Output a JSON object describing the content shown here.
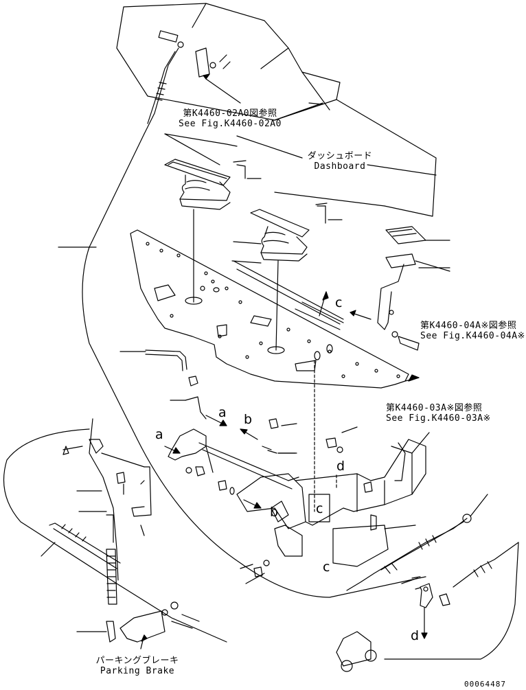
{
  "callouts": {
    "fig_02a0": {
      "jp": "第K4460-02A0図参照",
      "en": "See Fig.K4460-02A0"
    },
    "dashboard": {
      "jp": "ダッシュボード",
      "en": "Dashboard"
    },
    "fig_04a": {
      "jp": "第K4460-04A※図参照",
      "en": "See Fig.K4460-04A※"
    },
    "fig_03a": {
      "jp": "第K4460-03A※図参照",
      "en": "See Fig.K4460-03A※"
    },
    "parking_brake": {
      "jp": "パーキングブレーキ",
      "en": "Parking Brake"
    }
  },
  "reference_letters": {
    "a1": "a",
    "a2": "a",
    "b1": "b",
    "b2": "b",
    "c1": "c",
    "c2": "c",
    "c3": "c",
    "d1": "d",
    "d2": "d"
  },
  "drawing_number": "00064487"
}
